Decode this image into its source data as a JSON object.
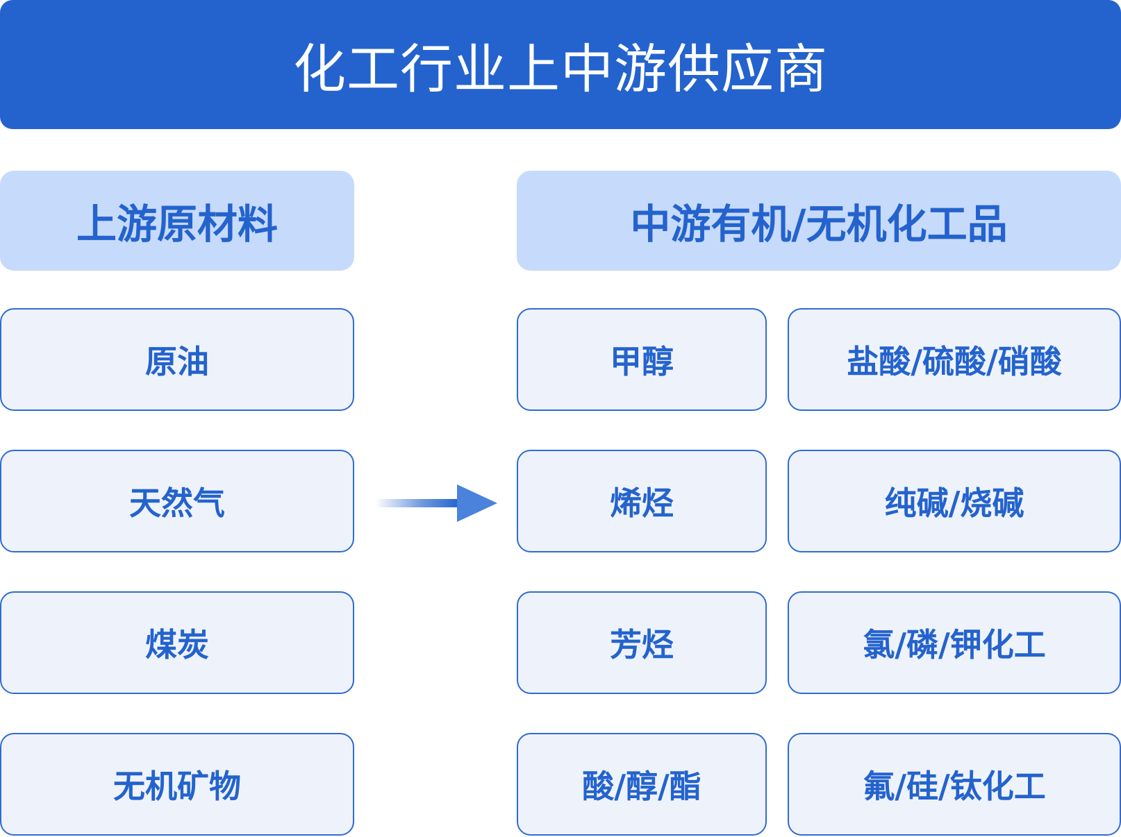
{
  "title": "化工行业上中游供应商",
  "upstream": {
    "heading": "上游原材料",
    "items": [
      "原油",
      "天然气",
      "煤炭",
      "无机矿物"
    ]
  },
  "midstream": {
    "heading": "中游有机/无机化工品",
    "organic": [
      "甲醇",
      "烯烃",
      "芳烃",
      "酸/醇/酯"
    ],
    "inorganic": [
      "盐酸/硫酸/硝酸",
      "纯碱/烧碱",
      "氯/磷/钾化工",
      "氟/硅/钛化工"
    ]
  },
  "colors": {
    "header_bg": "#2463cd",
    "section_bg": "#c6dafb",
    "node_bg": "#eef3fb",
    "accent": "#2463cd"
  },
  "icons": {
    "flow_arrow": "arrow-right-icon"
  }
}
